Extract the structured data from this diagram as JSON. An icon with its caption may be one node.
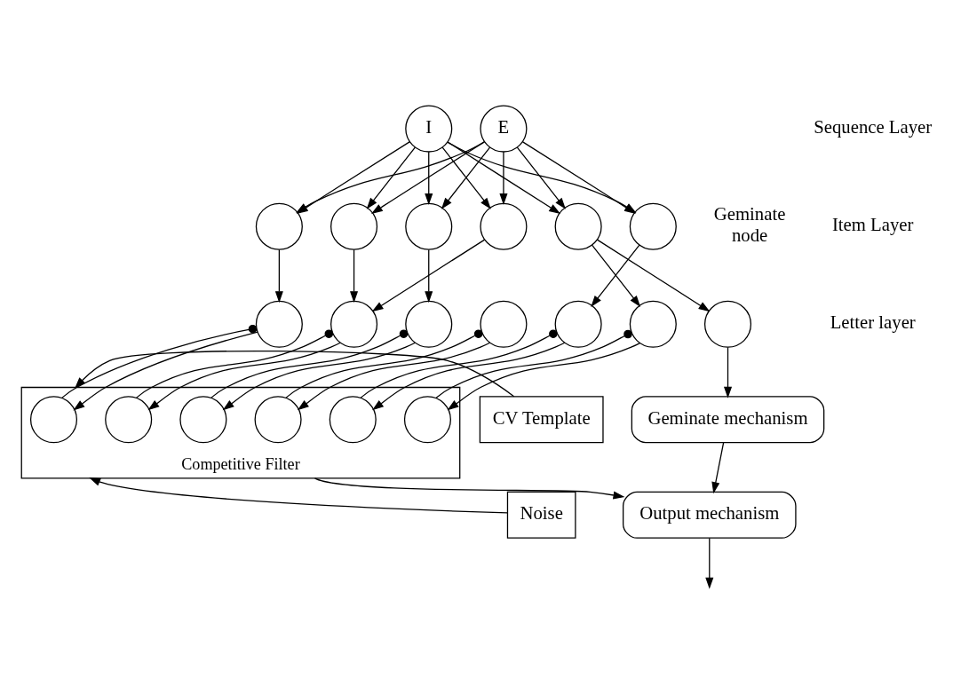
{
  "diagram": {
    "nodes": [
      {
        "text": [
          "I"
        ]
      },
      {
        "text": [
          "E"
        ]
      },
      {
        "text": [],
        "shape": "circle"
      },
      {
        "text": [],
        "shape": "circle"
      },
      {
        "text": [],
        "shape": "circle"
      },
      {
        "text": [],
        "shape": "circle"
      },
      {
        "text": [],
        "shape": "circle"
      },
      {
        "text": [],
        "shape": "circle"
      },
      {
        "text": [],
        "shape": "circle"
      },
      {
        "text": [],
        "shape": "circle"
      },
      {
        "text": [],
        "shape": "circle"
      },
      {
        "text": [],
        "shape": "circle"
      },
      {
        "text": [],
        "shape": "circle"
      },
      {
        "text": [],
        "shape": "circle"
      },
      {
        "text": [],
        "shape": "circle",
        "beside": [
          "Geminate node"
        ]
      },
      {
        "text": [
          "Competitive Filter"
        ]
      },
      {
        "text": [],
        "shape": "circle",
        "in": 15
      },
      {
        "text": [],
        "shape": "circle",
        "in": 15
      },
      {
        "text": [],
        "shape": "circle",
        "in": 15
      },
      {
        "text": [],
        "shape": "circle",
        "in": 15
      },
      {
        "text": [],
        "shape": "circle",
        "in": 15
      },
      {
        "text": [],
        "shape": "circle",
        "in": 15
      },
      {
        "text": [
          "CV Template"
        ]
      },
      {
        "text": [
          "Noise"
        ]
      },
      {
        "text": [
          "Geminate mechanism"
        ]
      },
      {
        "text": [
          "Output mechanism"
        ]
      }
    ],
    "edges": [
      {
        "from": 0,
        "to": 2,
        "arrow": "to"
      },
      {
        "from": 0,
        "to": 3,
        "arrow": "to"
      },
      {
        "from": 0,
        "to": 4,
        "arrow": "to"
      },
      {
        "from": 0,
        "to": 5,
        "arrow": "to"
      },
      {
        "from": 0,
        "to": 6,
        "arrow": "to"
      },
      {
        "from": 0,
        "to": 7,
        "arrow": "to"
      },
      {
        "from": 1,
        "to": 2,
        "arrow": "to"
      },
      {
        "from": 1,
        "to": 3,
        "arrow": "to"
      },
      {
        "from": 1,
        "to": 4,
        "arrow": "to"
      },
      {
        "from": 1,
        "to": 5,
        "arrow": "to"
      },
      {
        "from": 1,
        "to": 6,
        "arrow": "to"
      },
      {
        "from": 1,
        "to": 7,
        "arrow": "to"
      },
      {
        "from": 2,
        "to": 8,
        "arrow": "to"
      },
      {
        "from": 3,
        "to": 9,
        "arrow": "to"
      },
      {
        "from": 4,
        "to": 10,
        "arrow": "to"
      },
      {
        "from": 5,
        "to": 9,
        "arrow": "to"
      },
      {
        "from": 7,
        "to": 12,
        "arrow": "to"
      },
      {
        "from": 6,
        "to": 13,
        "arrow": "to"
      },
      {
        "from": 6,
        "to": 14,
        "arrow": "to"
      },
      {
        "from": 8,
        "to": 16,
        "arrow": "to"
      },
      {
        "from": 9,
        "to": 17,
        "arrow": "to"
      },
      {
        "from": 10,
        "to": 18,
        "arrow": "to"
      },
      {
        "from": 11,
        "to": 19,
        "arrow": "to"
      },
      {
        "from": 12,
        "to": 20,
        "arrow": "to"
      },
      {
        "from": 13,
        "to": 21,
        "arrow": "to"
      },
      {
        "from": 16,
        "to": 8,
        "arrow": "other"
      },
      {
        "from": 17,
        "to": 9,
        "arrow": "other"
      },
      {
        "from": 18,
        "to": 10,
        "arrow": "other"
      },
      {
        "from": 19,
        "to": 11,
        "arrow": "other"
      },
      {
        "from": 20,
        "to": 12,
        "arrow": "other"
      },
      {
        "from": 21,
        "to": 13,
        "arrow": "other"
      },
      {
        "from": 22,
        "to": 15,
        "arrow": "to"
      },
      {
        "from": 23,
        "to": 15,
        "arrow": "to"
      },
      {
        "from": 14,
        "to": 24,
        "arrow": "to"
      },
      {
        "from": 15,
        "to": 25,
        "arrow": "to"
      },
      {
        "from": 24,
        "to": 25,
        "arrow": "to"
      },
      {
        "from": 25,
        "to": null,
        "arrow": "to"
      }
    ],
    "labels": [
      "Sequence Layer",
      "Item Layer",
      "Letter layer"
    ]
  }
}
